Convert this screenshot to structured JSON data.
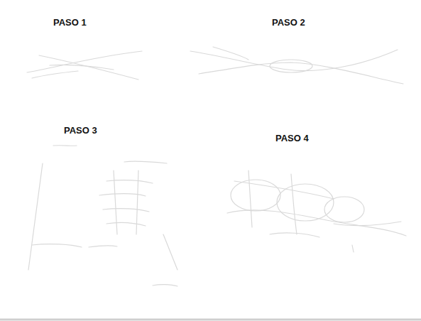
{
  "diagram": {
    "labels": [
      "PASO 1",
      "PASO 2",
      "PASO 3",
      "PASO 4"
    ]
  }
}
